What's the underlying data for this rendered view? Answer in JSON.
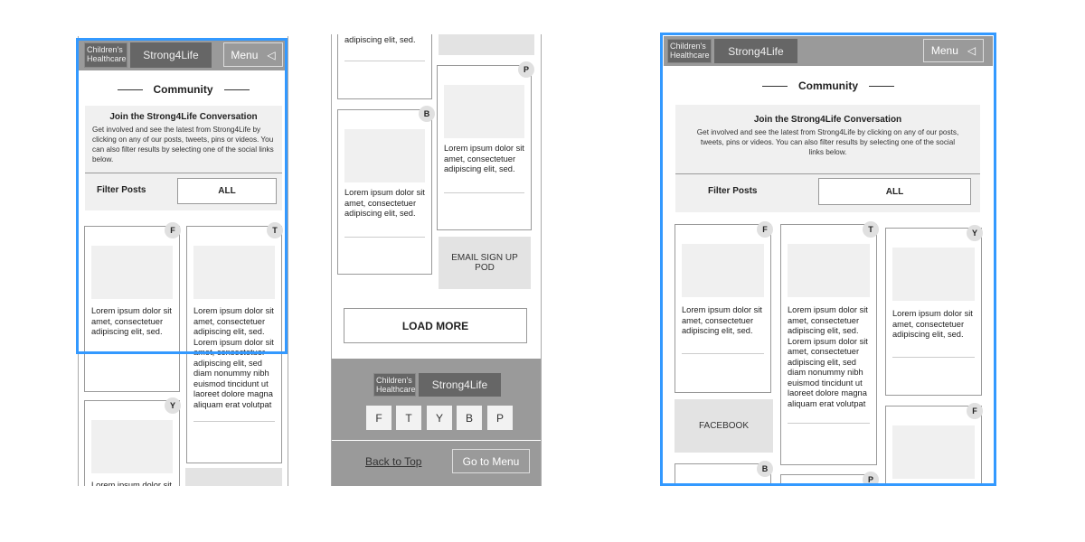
{
  "brand": {
    "logo_small": "Children's Healthcare",
    "logo_main": "Strong4Life"
  },
  "header": {
    "menu_label": "Menu",
    "menu_icon": "triangle-left-icon"
  },
  "section": {
    "title": "Community"
  },
  "intro": {
    "heading": "Join the Strong4Life Conversation",
    "body": "Get involved and see the latest from Strong4Life by clicking on any of our posts, tweets, pins or videos. You can also filter results by selecting one of the social links below."
  },
  "filter": {
    "label": "Filter Posts",
    "value": "ALL"
  },
  "text": {
    "short": "Lorem ipsum dolor sit amet, consectetuer adipiscing elit, sed.",
    "long": "Lorem ipsum dolor sit amet, consectetuer adipiscing elit, sed. Lorem ipsum dolor sit amet, consectetuer adipiscing elit, sed diam nonummy nibh euismod tincidunt ut laoreet dolore magna aliquam erat volutpat",
    "tail": "adipiscing elit, sed."
  },
  "badges": {
    "f": "F",
    "t": "T",
    "y": "Y",
    "b": "B",
    "p": "P"
  },
  "pods": {
    "email": "EMAIL SIGN UP POD",
    "facebook": "FACEBOOK"
  },
  "load_more": "LOAD MORE",
  "footer": {
    "social": [
      "F",
      "T",
      "Y",
      "B",
      "P"
    ],
    "back_to_top": "Back to Top",
    "go_to_menu": "Go to Menu"
  },
  "colors": {
    "highlight": "#3399ff",
    "header_gray": "#9a9a9a",
    "logo_dark": "#666666"
  }
}
